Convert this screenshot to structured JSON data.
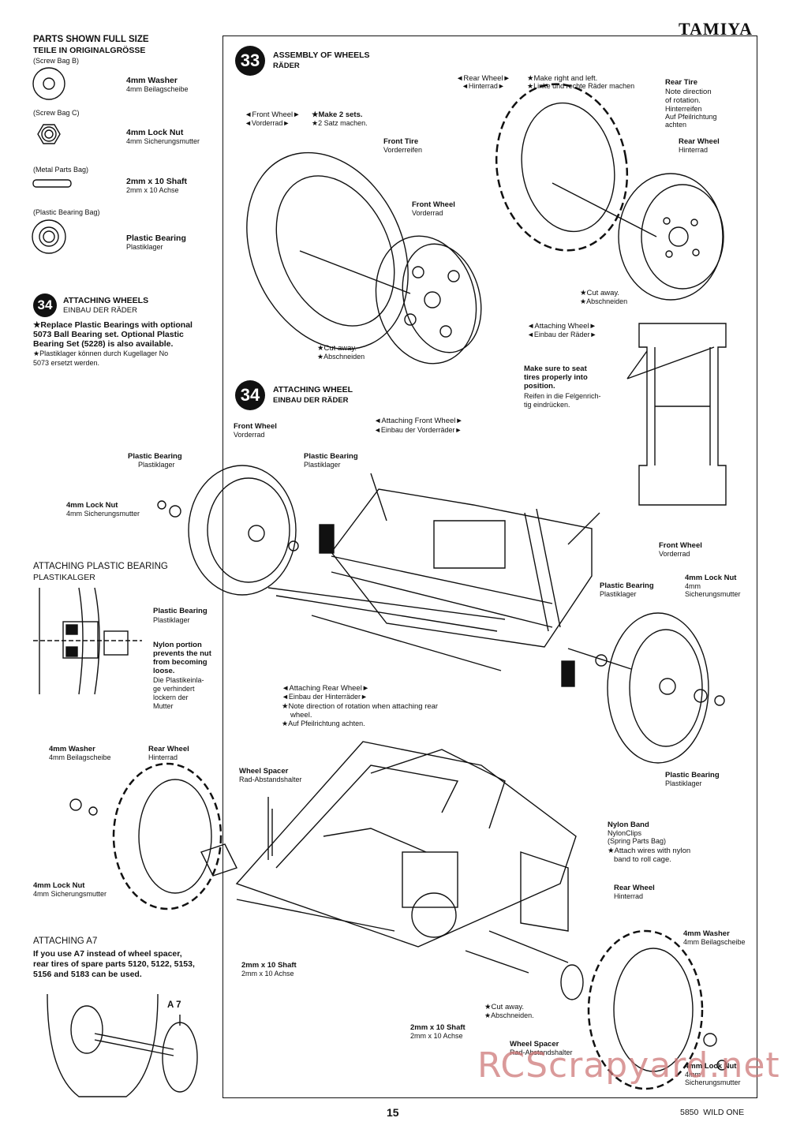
{
  "header": {
    "brand": "TAMIYA"
  },
  "parts": {
    "title": "PARTS SHOWN FULL SIZE",
    "title_de": "TEILE IN ORIGINALGRÖSSE",
    "items": [
      {
        "bag": "(Screw Bag B)",
        "name": "4mm Washer",
        "name_de": "4mm Beilagscheibe"
      },
      {
        "bag": "(Screw Bag C)",
        "name": "4mm Lock Nut",
        "name_de": "4mm Sicherungsmutter"
      },
      {
        "bag": "(Metal Parts Bag)",
        "name": "2mm x 10 Shaft",
        "name_de": "2mm x 10 Achse"
      },
      {
        "bag": "(Plastic Bearing Bag)",
        "name": "Plastic Bearing",
        "name_de": "Plastiklager"
      }
    ]
  },
  "note34": {
    "num": "34",
    "title": "ATTACHING WHEELS",
    "title_de": "EINBAU DER RÄDER",
    "lines": [
      "★Replace Plastic Bearings with optional",
      "5073 Ball Bearing set. Optional Plastic",
      "Bearing Set (5228) is also available."
    ],
    "lines_de": [
      "★Plastiklager können durch Kugellager No",
      "5073 ersetzt werden."
    ]
  },
  "step33": {
    "num": "33",
    "title": "ASSEMBLY OF WHEELS",
    "title_de": "RÄDER",
    "front": {
      "label": "◄Front Wheel►",
      "label_de": "◄Vorderrad►",
      "note": "★Make 2 sets.",
      "note_de": "★2 Satz machen."
    },
    "rear": {
      "label": "◄Rear Wheel►",
      "label_de": "◄Hinterrad►",
      "note": "★Make right and left.",
      "note_de": "★Linke und rechte Räder machen"
    },
    "front_tire": {
      "name": "Front Tire",
      "name_de": "Vorderreifen"
    },
    "front_wheel": {
      "name": "Front Wheel",
      "name_de": "Vorderrad"
    },
    "cut1": {
      "name": "★Cut away.",
      "name_de": "★Abschneiden"
    },
    "rear_tire": {
      "name": "Rear Tire",
      "lines": [
        "Note direction",
        "of rotation.",
        "Hinterreifen",
        "Auf Pfeilrichtung",
        "achten"
      ]
    },
    "rear_wheel": {
      "name": "Rear Wheel",
      "name_de": "Hinterrad"
    },
    "cut2": {
      "name": "★Cut away.",
      "name_de": "★Abschneiden"
    },
    "attach": {
      "label": "◄Attaching Wheel►",
      "label_de": "◄Einbau der Räder►"
    },
    "seat": {
      "lines": [
        "Make sure to seat",
        "tires properly into",
        "position."
      ],
      "lines_de": [
        "Reifen in die Felgenrich-",
        "tig eindrücken."
      ]
    }
  },
  "step34": {
    "num": "34",
    "title": "ATTACHING WHEEL",
    "title_de": "EINBAU DER RÄDER",
    "front_label": "◄Attaching Front Wheel►",
    "front_label_de": "◄Einbau der Vorderräder►",
    "front_wheel_l": {
      "name": "Front Wheel",
      "name_de": "Vorderrad"
    },
    "bearing_l": {
      "name": "Plastic Bearing",
      "name_de": "Plastiklager"
    },
    "bearing_c": {
      "name": "Plastic Bearing",
      "name_de": "Plastiklager"
    },
    "locknut_l": {
      "name": "4mm Lock Nut",
      "name_de": "4mm Sicherungsmutter"
    },
    "front_wheel_r": {
      "name": "Front Wheel",
      "name_de": "Vorderrad"
    },
    "bearing_r": {
      "name": "Plastic Bearing",
      "name_de": "Plastiklager"
    },
    "locknut_r": {
      "name": "4mm Lock Nut",
      "lines": [
        "4mm",
        "Sicherungsmutter"
      ]
    },
    "bearing_r2": {
      "name": "Plastic Bearing",
      "name_de": "Plastiklager"
    },
    "rear_label": "◄Attaching Rear Wheel►",
    "rear_label_de": "◄Einbau der Hinterräder►",
    "rear_notes": [
      "★Note direction of rotation when attaching rear",
      "wheel.",
      "★Auf Pfeilrichtung achten."
    ],
    "washer_l": {
      "name": "4mm Washer",
      "name_de": "4mm Beilagscheibe"
    },
    "rear_wheel_l": {
      "name": "Rear Wheel",
      "name_de": "Hinterrad"
    },
    "spacer": {
      "name": "Wheel Spacer",
      "name_de": "Rad-Abstandshalter"
    },
    "locknut_rl": {
      "name": "4mm Lock Nut",
      "name_de": "4mm Sicherungsmutter"
    },
    "nylon": {
      "lines": [
        "Nylon Band",
        "NylonClips",
        "(Spring Parts Bag)",
        "★Attach wires with nylon",
        "band to roll cage."
      ]
    },
    "rear_wheel_r": {
      "name": "Rear Wheel",
      "name_de": "Hinterrad"
    },
    "washer_r": {
      "name": "4mm Washer",
      "name_de": "4mm Beilagscheibe"
    },
    "shaft1": {
      "name": "2mm x 10 Shaft",
      "name_de": "2mm x 10 Achse"
    },
    "shaft2": {
      "name": "2mm x 10 Shaft",
      "name_de": "2mm x 10 Achse"
    },
    "cut3": {
      "name": "★Cut away.",
      "name_de": "★Abschneiden."
    },
    "spacer2": {
      "name": "Wheel Spacer",
      "name_de": "Rad-Abstandshalter"
    },
    "locknut_br": {
      "name": "4mm Lock Nut",
      "lines": [
        "4mm",
        "Sicherungsmutter"
      ]
    }
  },
  "plastic_bearing": {
    "title": "ATTACHING PLASTIC BEARING",
    "title_de": "PLASTIKALGER",
    "label": "Plastic Bearing",
    "label_de": "Plastiklager",
    "nylon": [
      "Nylon portion",
      "prevents the nut",
      "from becoming",
      "loose."
    ],
    "nylon_de": [
      "Die Plastikeinla-",
      "ge verhindert",
      "lockern der",
      "Mutter"
    ]
  },
  "a7": {
    "title": "ATTACHING A7",
    "lines": [
      "If you use A7 instead of wheel spacer,",
      "rear tires of spare parts 5120, 5122, 5153,",
      "5156 and 5183 can be used."
    ],
    "part": "A 7"
  },
  "footer": {
    "page": "15",
    "model": "5850  WILD ONE"
  },
  "watermark": "RCScrapyard.net"
}
